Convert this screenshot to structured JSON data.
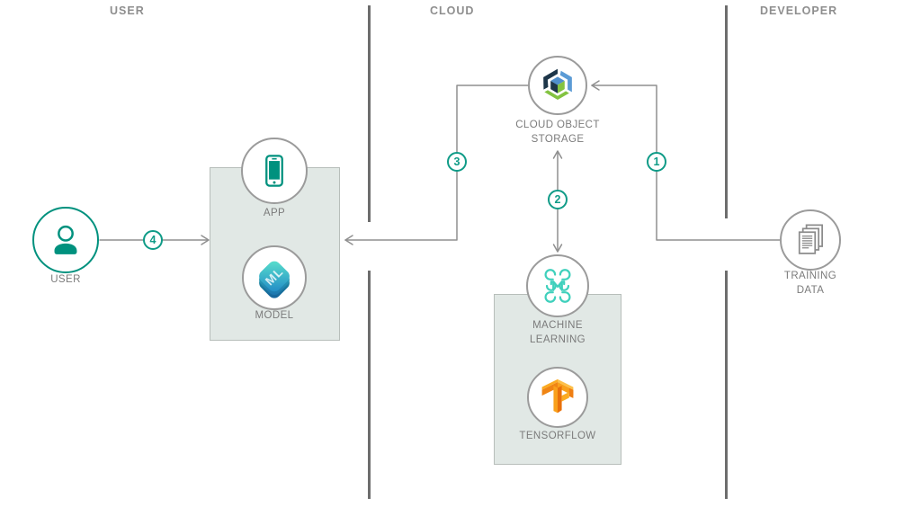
{
  "lanes": [
    {
      "label": "USER"
    },
    {
      "label": "CLOUD"
    },
    {
      "label": "DEVELOPER"
    }
  ],
  "nodes": {
    "user": {
      "label": "USER"
    },
    "app": {
      "label": "APP"
    },
    "model": {
      "label": "MODEL"
    },
    "cloud_object_storage": {
      "label": "CLOUD OBJECT STORAGE"
    },
    "machine_learning": {
      "label": "MACHINE LEARNING"
    },
    "tensorflow": {
      "label": "TENSORFLOW"
    },
    "training_data": {
      "label": "TRAINING DATA"
    }
  },
  "steps": {
    "step1": "1",
    "step2": "2",
    "step3": "3",
    "step4": "4"
  },
  "icons": {
    "user": "person-icon",
    "app": "smartphone-icon",
    "model": "ml-cube-icon",
    "cloud_object_storage": "cloud-object-storage-cube-icon",
    "machine_learning": "brain-icon",
    "tensorflow": "tensorflow-logo-icon",
    "training_data": "stacked-documents-icon"
  },
  "colors": {
    "teal": "#00917E",
    "badge_teal": "#0F9B87",
    "brain_teal": "#3FD0BC",
    "line_gray": "#8F8F8F",
    "divider_gray": "#6D6D6D",
    "box_fill": "#E1E8E5",
    "label_gray": "#7B7B7B",
    "header_gray": "#8E8E8E",
    "cos_navy": "#1D3649",
    "cos_blue": "#5B9BD5",
    "cos_green": "#83C341",
    "tf_orange_light": "#FBAB22",
    "tf_orange_dark": "#E8700A"
  }
}
